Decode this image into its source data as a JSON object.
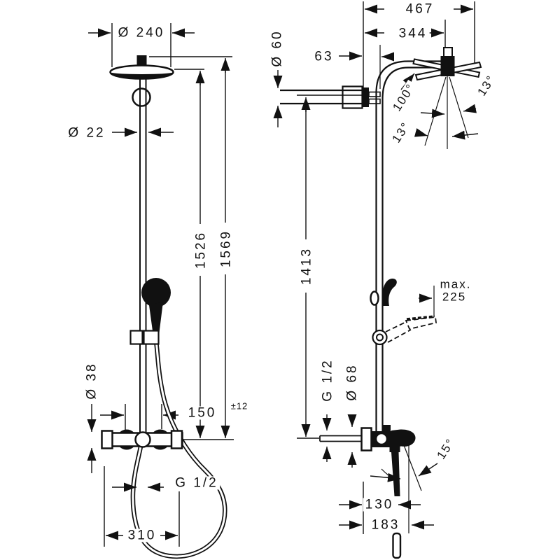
{
  "meta": {
    "ink_color": "#111111",
    "background_color": "#ffffff"
  },
  "front_view": {
    "head_diameter": "Ø 240",
    "pipe_diameter": "Ø 22",
    "height_to_head": "1526",
    "height_total": "1569",
    "valve_diameter": "Ø 38",
    "connection_distance": "150",
    "connection_tolerance": "±12",
    "hose_thread": "G 1/2",
    "hose_loop_width": "310"
  },
  "side_view": {
    "reach_total": "467",
    "reach_to_pivot": "344",
    "wall_offset": "63",
    "arm_diameter": "Ø 60",
    "height_to_arm": "1413",
    "clearance_prefix": "max.",
    "clearance_value": "225",
    "head_angle": "100°",
    "head_tilt_left": "13°",
    "head_tilt_right": "13°",
    "inlet_thread": "G 1/2",
    "escutcheon_diameter": "Ø 68",
    "lever_swing_angle": "15°",
    "depth_to_lever": "130",
    "depth_to_spout": "183"
  }
}
